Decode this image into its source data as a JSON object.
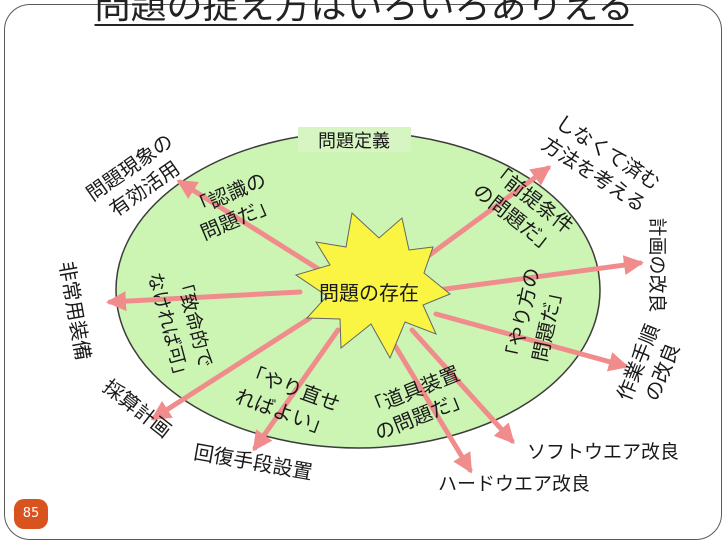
{
  "title": {
    "text": "問題の捉え方はいろいろありえる"
  },
  "center": {
    "label": "問題の存在"
  },
  "definition_label": "問題定義",
  "inner_labels": {
    "ninshiki_1": "「認識の",
    "ninshiki_2": "問題だ」",
    "zentei_1": "「前提条件",
    "zentei_2": "の問題だ」",
    "yarikata_1": "「やり方の",
    "yarikata_2": "問題だ」",
    "dougu_1": "「道具装置",
    "dougu_2": "の問題だ」",
    "yarinaose_1": "「やり直せ",
    "yarinaose_2": "ればよい」",
    "chimei_1": "「致命的で",
    "chimei_2": "なければ可」"
  },
  "outer_labels": {
    "genshou_1": "問題現象の",
    "genshou_2": "有効活用",
    "shinakute_1": "しなくて済む",
    "shinakute_2": "方法を考える",
    "keikaku": "計画の改良",
    "sagyou_1": "作業手順",
    "sagyou_2": "の改良",
    "software": "ソフトウエア改良",
    "hardware": "ハードウエア改良",
    "kaifuku": "回復手段設置",
    "saisan": "採算計画",
    "hijou": "非常用装備"
  },
  "page_number": "85",
  "colors": {
    "ellipse_fill": "#ccf5b3",
    "ellipse_stroke": "#3c3c3c",
    "star_fill": "#f9f542",
    "arrow": "#f08c8c",
    "definition_bg": "#d6f5c2",
    "badge": "#d9531e"
  }
}
